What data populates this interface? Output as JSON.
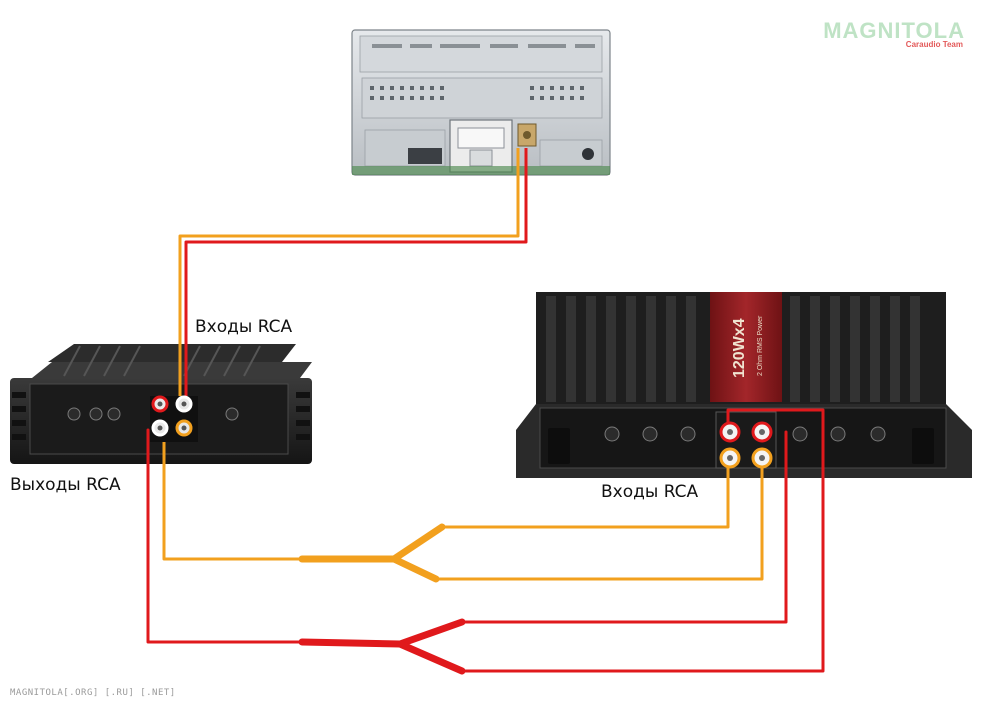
{
  "labels": {
    "inputs_upper": "Входы RCA",
    "outputs": "Выходы RCA",
    "inputs_lower": "Входы RCA"
  },
  "watermark": {
    "brand": "MAGNITOLA",
    "sub": "Caraudio Team",
    "footer": "MAGNITOLA[.ORG] [.RU] [.NET]"
  },
  "amplifier_4ch": {
    "badge": "120Wx4",
    "badge_sub": "2 Ohm RMS Power"
  },
  "colors": {
    "orange_cable": "#f2a01e",
    "red_cable": "#e0191c",
    "amp_body": "#262626",
    "badge_red": "#8e1a1c"
  }
}
